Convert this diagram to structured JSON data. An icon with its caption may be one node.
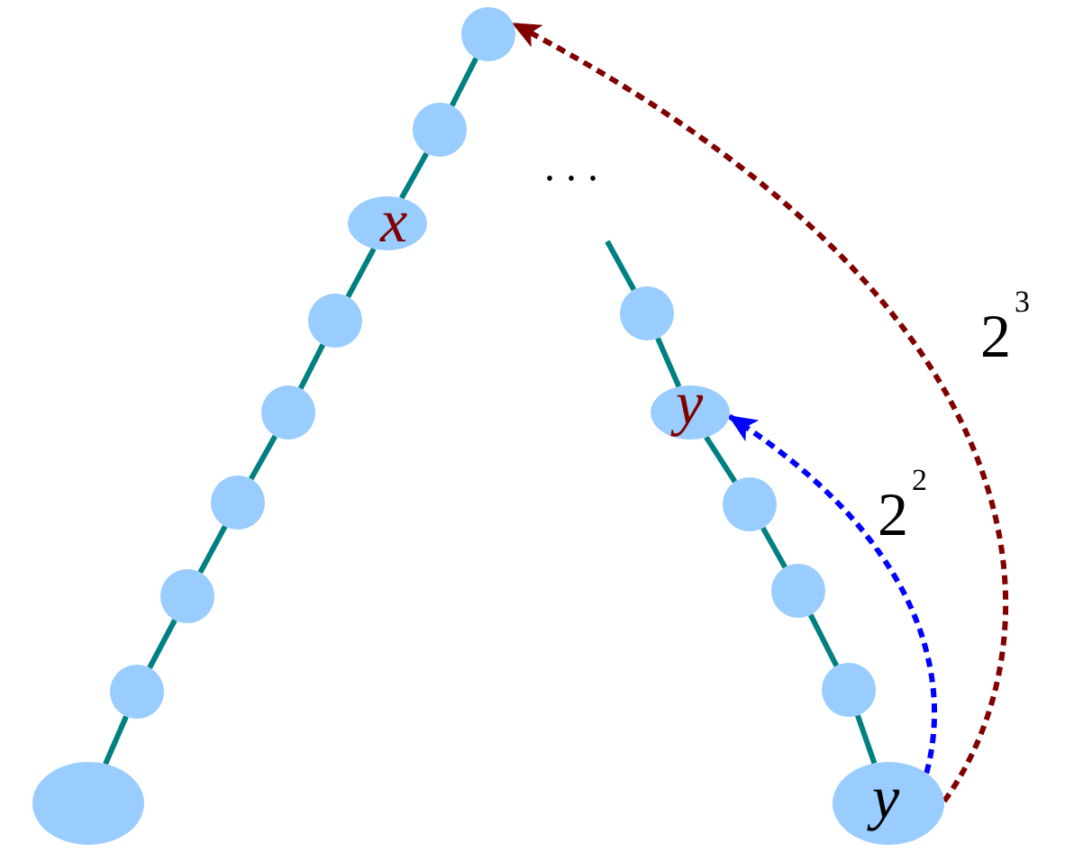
{
  "diagram": {
    "nodes": [
      {
        "text": [],
        "shape": "circle"
      },
      {
        "text": [],
        "shape": "circle"
      },
      {
        "text": [
          "x"
        ]
      },
      {
        "text": [],
        "shape": "circle"
      },
      {
        "text": [],
        "shape": "circle"
      },
      {
        "text": [],
        "shape": "circle"
      },
      {
        "text": [],
        "shape": "circle"
      },
      {
        "text": [],
        "shape": "circle"
      },
      {
        "text": [],
        "shape": "ellipse"
      },
      {
        "text": [],
        "shape": "circle"
      },
      {
        "text": [
          "y"
        ]
      },
      {
        "text": [],
        "shape": "circle"
      },
      {
        "text": [],
        "shape": "circle"
      },
      {
        "text": [],
        "shape": "circle"
      },
      {
        "text": [
          "y"
        ]
      }
    ],
    "edges": [
      {
        "from": 0,
        "to": 1,
        "arrow": "none"
      },
      {
        "from": 1,
        "to": 2,
        "arrow": "none"
      },
      {
        "from": 2,
        "to": 3,
        "arrow": "none"
      },
      {
        "from": 3,
        "to": 4,
        "arrow": "none"
      },
      {
        "from": 4,
        "to": 5,
        "arrow": "none"
      },
      {
        "from": 5,
        "to": 6,
        "arrow": "none"
      },
      {
        "from": 6,
        "to": 7,
        "arrow": "none"
      },
      {
        "from": 7,
        "to": 8,
        "arrow": "none"
      },
      {
        "from": null,
        "to": 9,
        "arrow": "none"
      },
      {
        "from": 9,
        "to": 10,
        "arrow": "none"
      },
      {
        "from": 10,
        "to": 11,
        "arrow": "none"
      },
      {
        "from": 11,
        "to": 12,
        "arrow": "none"
      },
      {
        "from": 12,
        "to": 13,
        "arrow": "none"
      },
      {
        "from": 13,
        "to": 14,
        "arrow": "none"
      },
      {
        "from": 14,
        "to": 10,
        "arrow": "to",
        "label": "2$^{2}$",
        "style": "dashed",
        "color": "#0000ff"
      },
      {
        "from": 14,
        "to": 0,
        "arrow": "to",
        "label": "2$^{3}$",
        "style": "dashed",
        "color": "#800000"
      }
    ],
    "labels": [
      "..."
    ]
  }
}
